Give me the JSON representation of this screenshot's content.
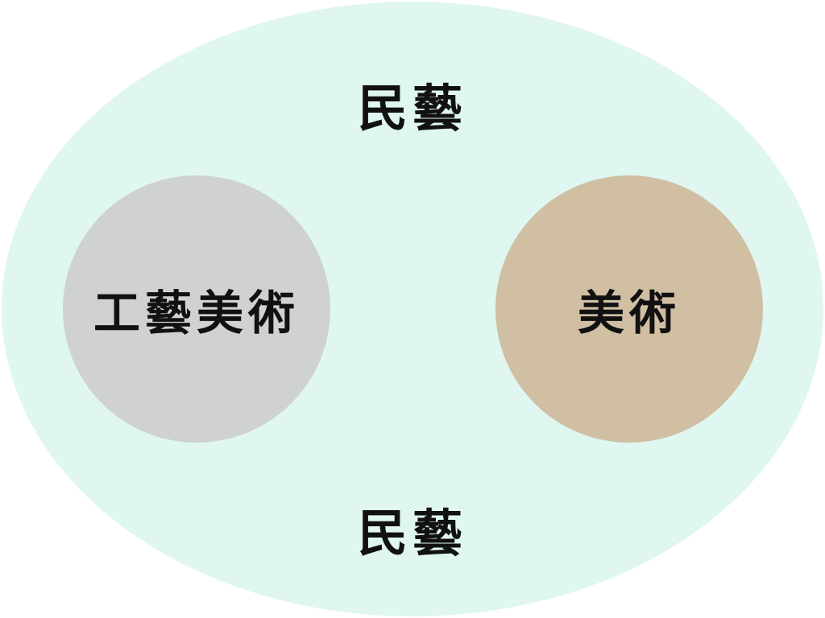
{
  "diagram": {
    "outer": {
      "label_top": "民藝",
      "label_bottom": "民藝",
      "color": "#dff6f1"
    },
    "left_circle": {
      "label": "工藝美術",
      "color": "#cfd2d1"
    },
    "right_circle": {
      "label": "美術",
      "color": "#d0bfa3"
    }
  }
}
